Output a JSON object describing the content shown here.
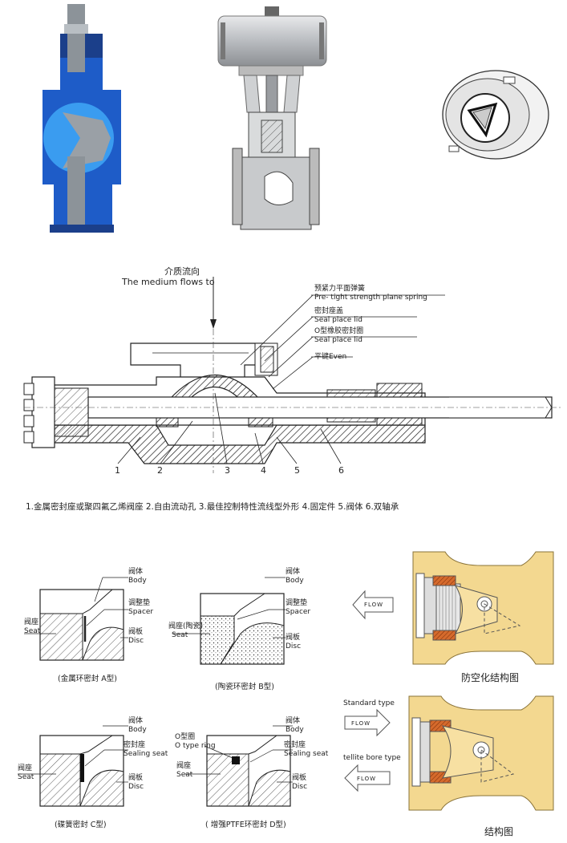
{
  "section_diagram": {
    "medium_flow_zh": "介质流向",
    "medium_flow_en": "The medium flows to",
    "spring_zh": "预紧力平面弹簧",
    "spring_en": "Pre- tight strength plane spring",
    "seal_lid_zh": "密封座盖",
    "seal_lid_en": "Seal place lid",
    "oring_zh": "O型橡胶密封圈",
    "oring_en": "Seal place lid",
    "key": "平键Even",
    "numbers": [
      "1",
      "2",
      "3",
      "4",
      "5",
      "6"
    ],
    "legend": "1.金属密封座或聚四氟乙烯阀座  2.自由流动孔  3.最佳控制特性流线型外形  4.固定件  5.阀体  6.双轴承"
  },
  "seal_types": {
    "a": {
      "body_zh": "阀体",
      "body_en": "Body",
      "spacer_zh": "调整垫",
      "spacer_en": "Spacer",
      "seat_zh": "阀座",
      "seat_en": "Seat",
      "disc_zh": "阀板",
      "disc_en": "Disc",
      "caption": "(金属环密封 A型)"
    },
    "b": {
      "body_zh": "阀体",
      "body_en": "Body",
      "spacer_zh": "调整垫",
      "spacer_en": "Spacer",
      "seat_zh": "阀座(陶瓷)",
      "seat_en": "Seat",
      "disc_zh": "阀板",
      "disc_en": "Disc",
      "caption": "(陶瓷环密封 B型)"
    },
    "c": {
      "body_zh": "阀体",
      "body_en": "Body",
      "sealseat_zh": "密封座",
      "sealseat_en": "Sealing seat",
      "seat_zh": "阀座",
      "seat_en": "Seat",
      "disc_zh": "阀板",
      "disc_en": "Disc",
      "caption": "(碟簧密封 C型)"
    },
    "d": {
      "oring_zh": "O型圈",
      "oring_en": "O type ring",
      "body_zh": "阀体",
      "body_en": "Body",
      "sealseat_zh": "密封座",
      "sealseat_en": "Sealing seat",
      "seat_zh": "阀座",
      "seat_en": "Seat",
      "disc_zh": "阀板",
      "disc_en": "Disc",
      "caption": "( 增强PTFE环密封 D型)"
    }
  },
  "structure": {
    "flow": "FLOW",
    "anti_cavitation_title": "防空化结构图",
    "standard_type": "Standard type",
    "stellite_type": "tellite bore type",
    "structure_title": "结构图"
  },
  "colors": {
    "blue": "#1e5cc8",
    "grey": "#9aa0a6",
    "yellow": "#f3d890",
    "orange": "#d56a2c"
  }
}
